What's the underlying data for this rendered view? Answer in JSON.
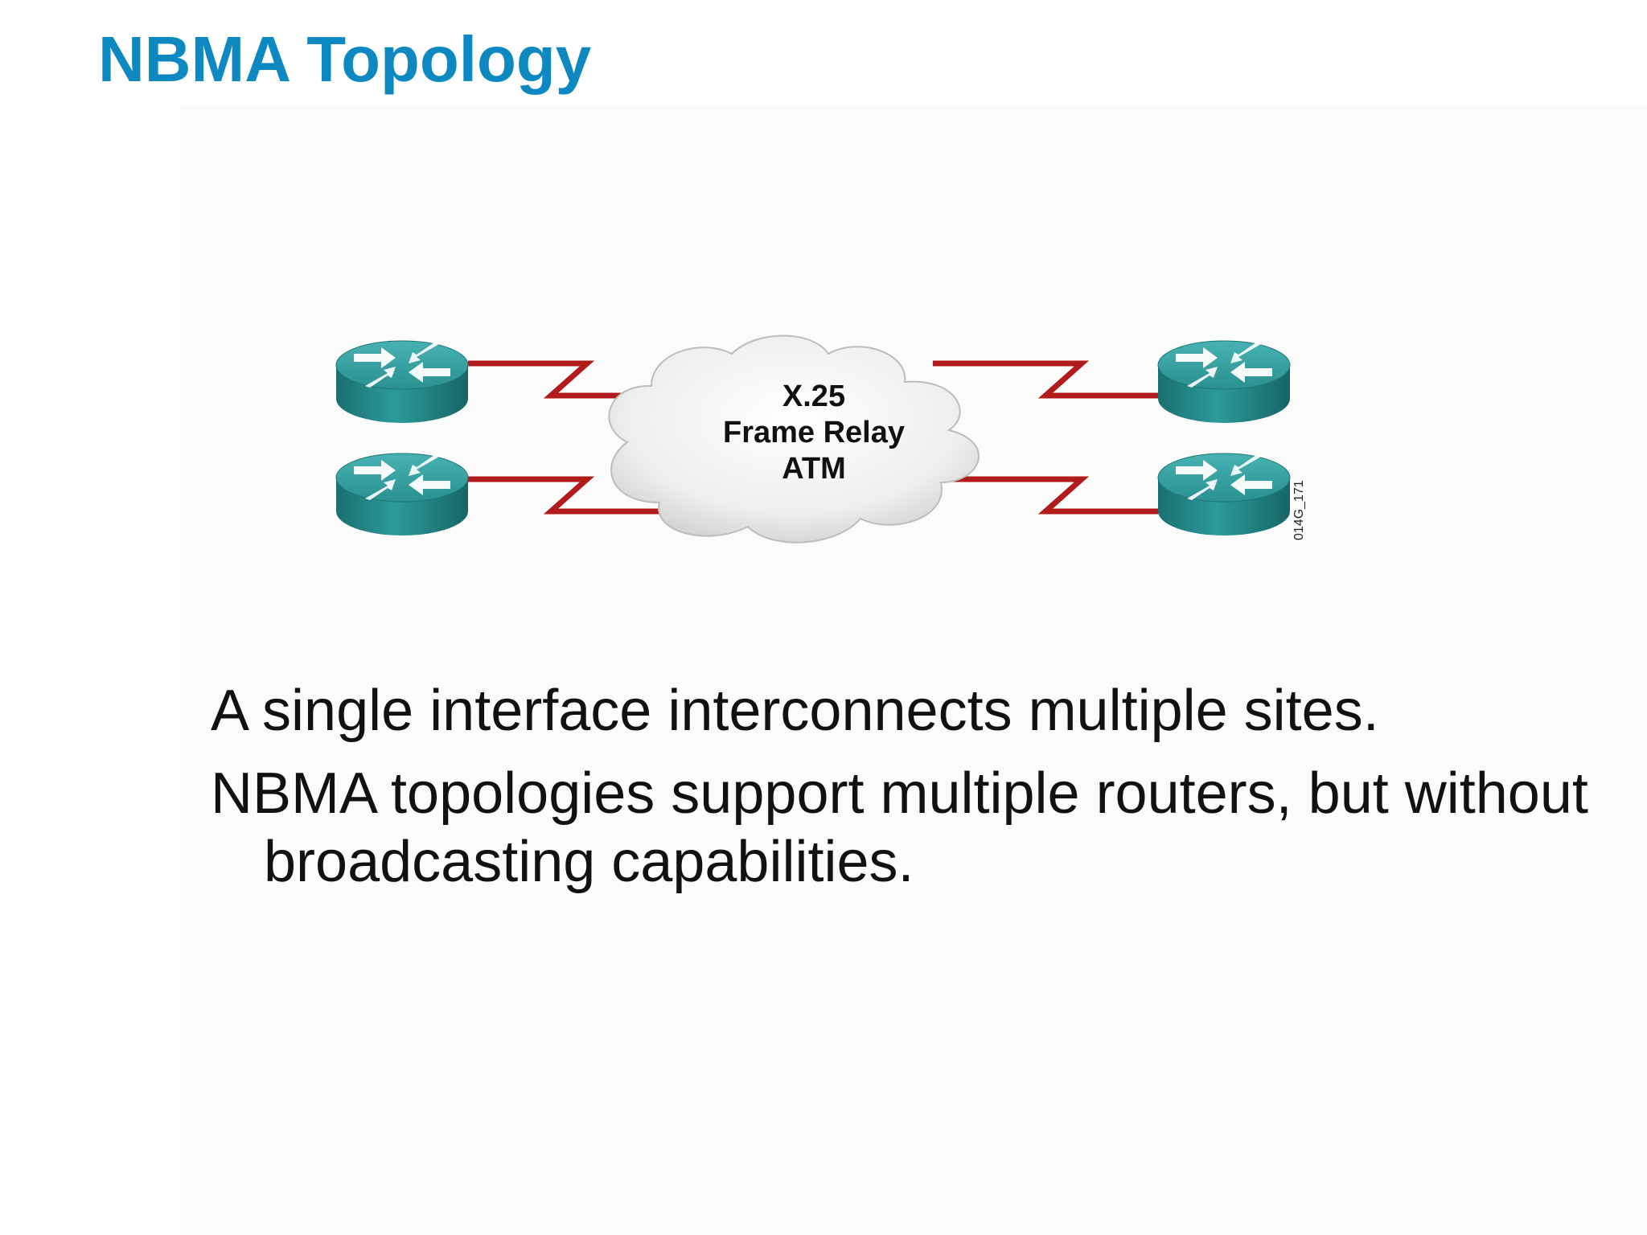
{
  "slide": {
    "title": "NBMA Topology",
    "title_color": "#0e88c0",
    "bullets": [
      "A single interface interconnects multiple sites.",
      "NBMA topologies support multiple routers, but without broadcasting capabilities."
    ]
  },
  "diagram": {
    "cloud_lines": [
      "X.25",
      "Frame Relay",
      "ATM"
    ],
    "figure_id": "014G_171",
    "routers": [
      "router-left-top",
      "router-left-bottom",
      "router-right-top",
      "router-right-bottom"
    ],
    "link_color": "#b01c1c",
    "router_color": "#2a9a9a"
  }
}
